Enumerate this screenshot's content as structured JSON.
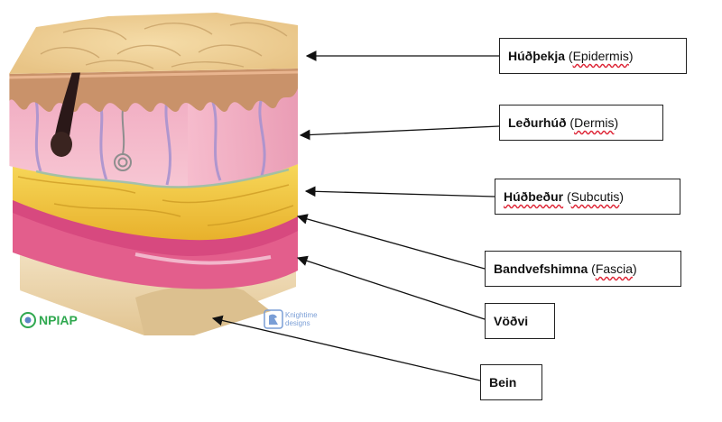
{
  "labels": [
    {
      "bold": "Húðþekja",
      "rest": "Epidermis",
      "bold_spellcheck": false
    },
    {
      "bold": "Leðurhúð",
      "rest": "Dermis",
      "bold_spellcheck": false
    },
    {
      "bold": "Húðbeður",
      "rest": "Subcutis",
      "bold_spellcheck": true
    },
    {
      "bold": "Bandvefshimna",
      "rest": "Fascia",
      "bold_spellcheck": false
    },
    {
      "bold": "Vöðvi",
      "rest": "",
      "bold_spellcheck": false
    },
    {
      "bold": "Bein",
      "rest": "",
      "bold_spellcheck": false
    }
  ],
  "logos": {
    "npiap": "NPIAP",
    "knightime_line1": "Knightime",
    "knightime_line2": "designs"
  },
  "colors": {
    "epidermis_top": "#eecf97",
    "epidermis_layer": "#c9926a",
    "dermis": "#f2b3c6",
    "subcutis_fat": "#f1c93b",
    "fascia": "#d7497f",
    "muscle": "#e35e8c",
    "bone": "#ecd7b3",
    "vessel": "#a993cf",
    "hair": "#2a1818",
    "npiap_green": "#2fa84f",
    "knightime_blue": "#7a9ed6"
  }
}
